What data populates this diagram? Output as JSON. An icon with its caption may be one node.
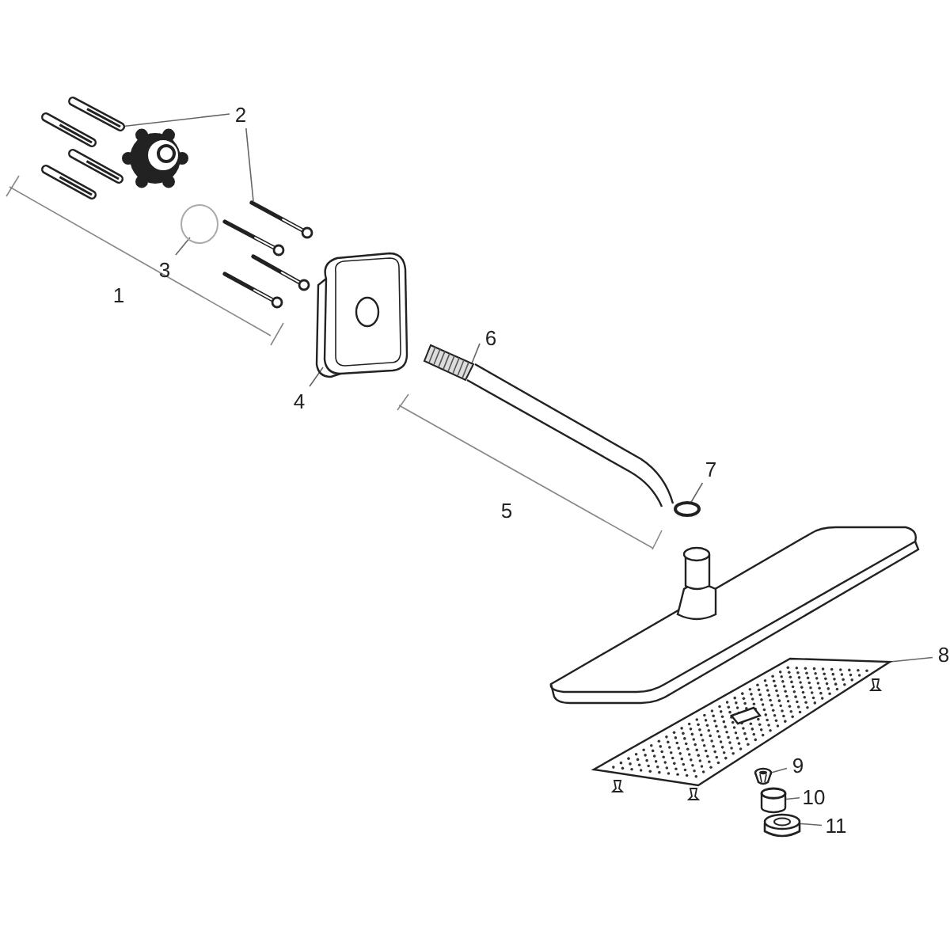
{
  "diagram": {
    "nodes": [
      {
        "text": [
          "2"
        ]
      },
      {
        "text": [],
        "shape": "picture"
      },
      {
        "text": [],
        "shape": "picture"
      },
      {
        "text": [
          "3"
        ]
      },
      {
        "text": [],
        "shape": "circle"
      },
      {
        "text": [
          "4"
        ]
      },
      {
        "text": [],
        "shape": "picture"
      },
      {
        "text": [
          "6"
        ]
      },
      {
        "text": [],
        "shape": "picture"
      },
      {
        "text": [
          "7"
        ]
      },
      {
        "text": [],
        "shape": "circle"
      },
      {
        "text": [
          "8"
        ]
      },
      {
        "text": [],
        "shape": "picture"
      },
      {
        "text": [
          "9"
        ]
      },
      {
        "text": [],
        "shape": "picture"
      },
      {
        "text": [
          "10"
        ]
      },
      {
        "text": [],
        "shape": "cylinder"
      },
      {
        "text": [
          "11"
        ]
      },
      {
        "text": [],
        "shape": "picture"
      }
    ],
    "edges": [
      {
        "from": 0,
        "to": 1,
        "arrow": "none"
      },
      {
        "from": 0,
        "to": 2,
        "arrow": "none"
      },
      {
        "from": 3,
        "to": 4,
        "arrow": "none"
      },
      {
        "from": 5,
        "to": 6,
        "arrow": "none"
      },
      {
        "from": 7,
        "to": 8,
        "arrow": "none"
      },
      {
        "from": 9,
        "to": 10,
        "arrow": "none"
      },
      {
        "from": 11,
        "to": 12,
        "arrow": "none"
      },
      {
        "from": 13,
        "to": 14,
        "arrow": "none"
      },
      {
        "from": 15,
        "to": 16,
        "arrow": "none"
      },
      {
        "from": 17,
        "to": 18,
        "arrow": "none"
      }
    ],
    "labels": [
      "1",
      "5"
    ]
  }
}
